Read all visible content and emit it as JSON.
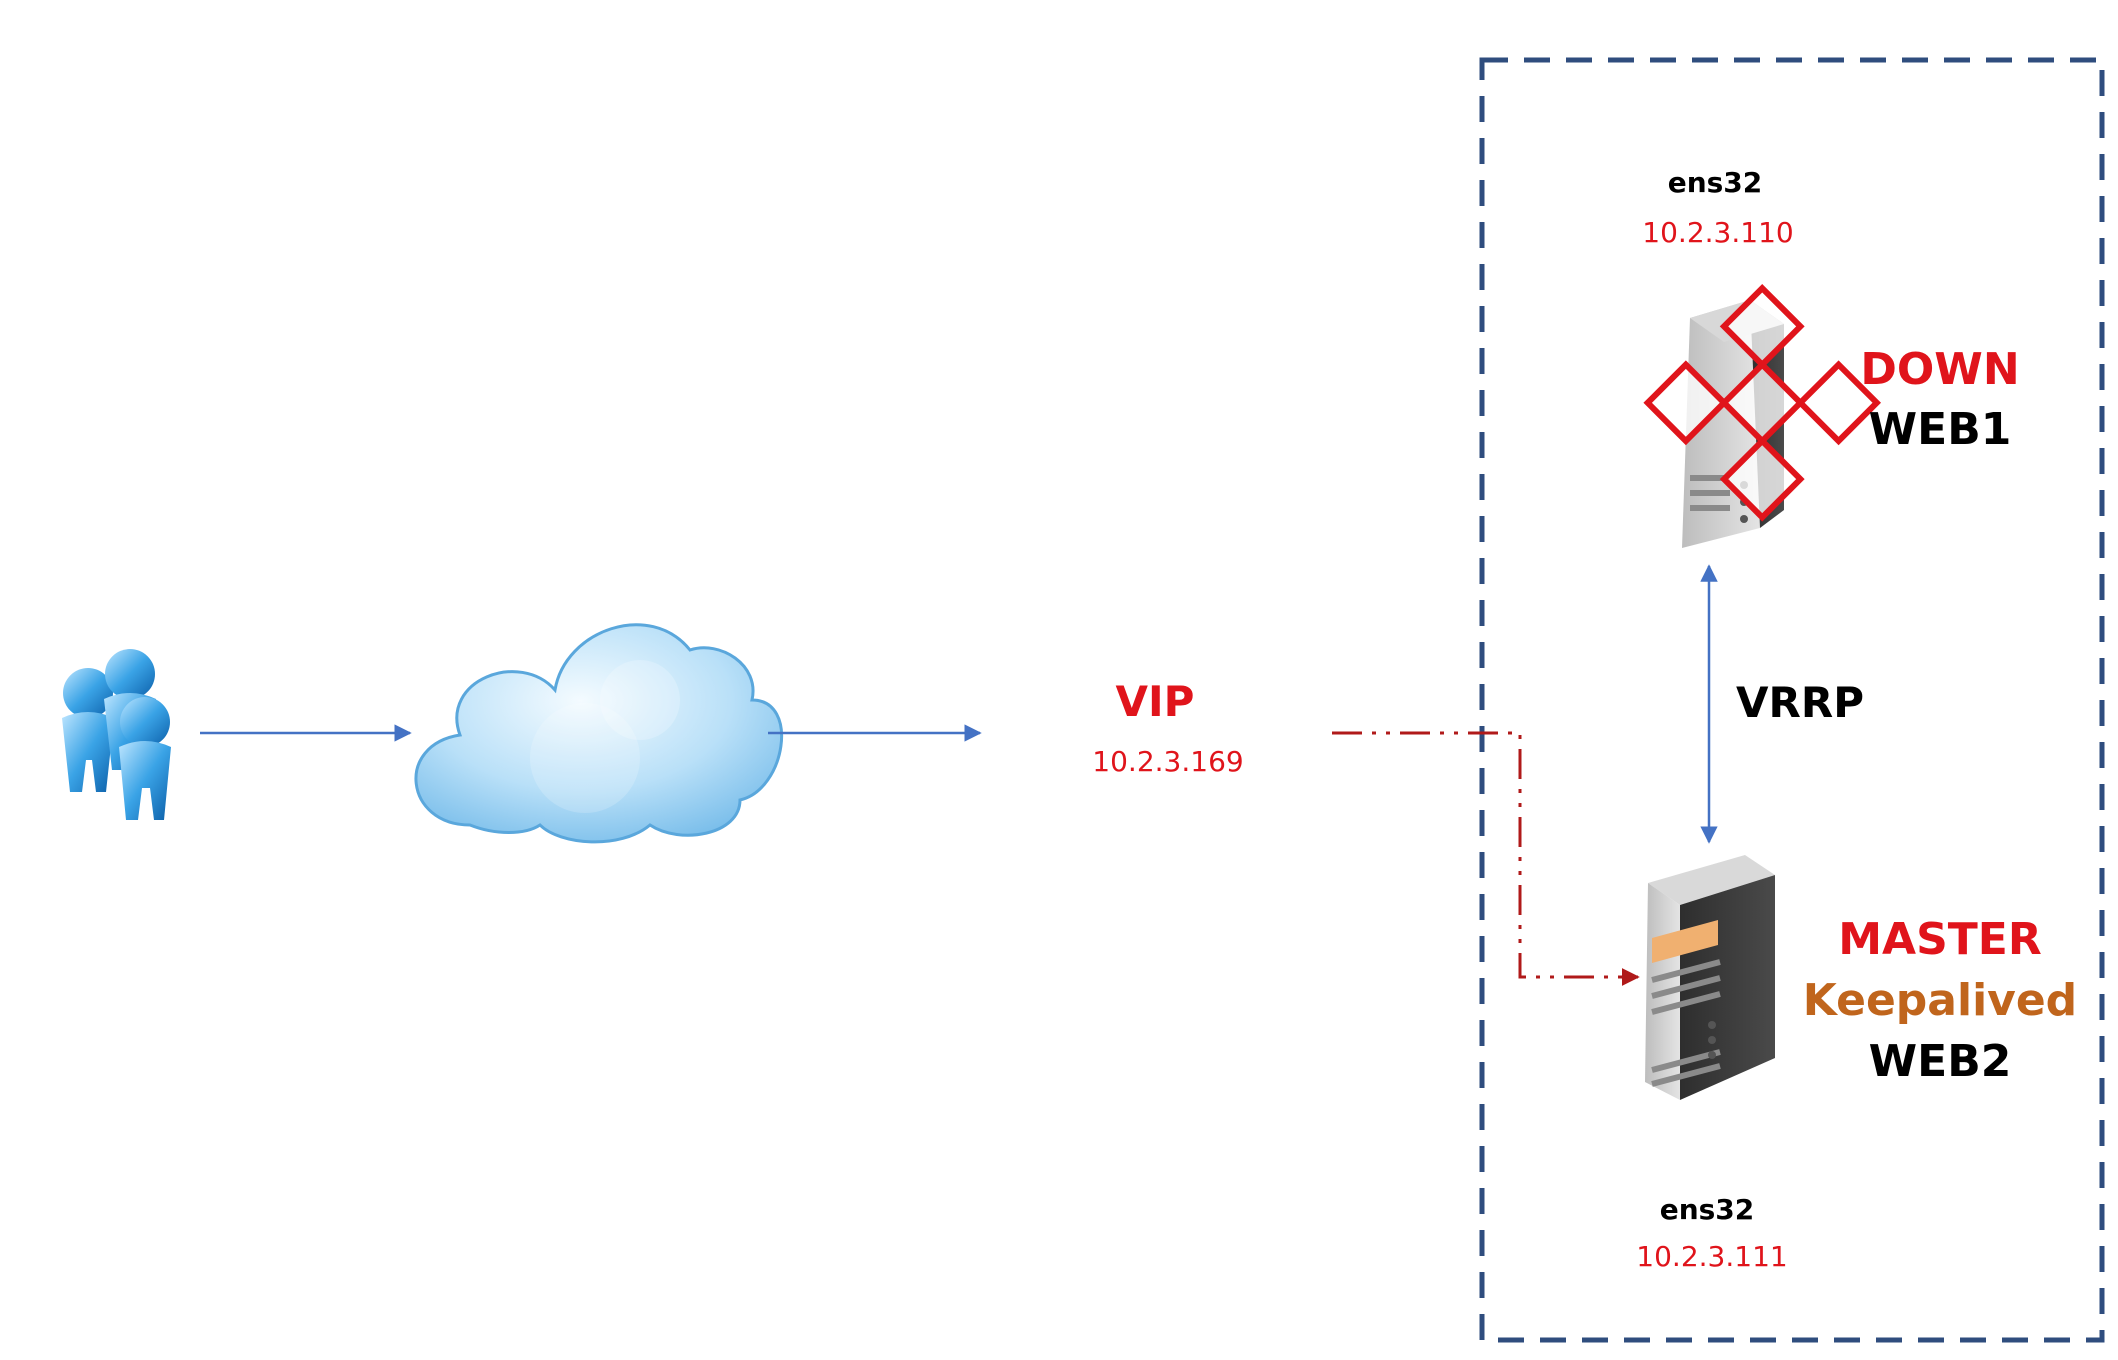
{
  "vip": {
    "label": "VIP",
    "ip": "10.2.3.169"
  },
  "web1": {
    "interface": "ens32",
    "ip": "10.2.3.110",
    "status": "DOWN",
    "name": "WEB1"
  },
  "web2": {
    "interface": "ens32",
    "ip": "10.2.3.111",
    "role": "MASTER",
    "service": "Keepalived",
    "name": "WEB2"
  },
  "link": {
    "protocol": "VRRP"
  },
  "colors": {
    "accent_red": "#e0141b",
    "keepalived_orange": "#c0651c",
    "cluster_border": "#2f4d7e",
    "flow_arrow": "#4472c4",
    "vip_link": "#b01a1a"
  },
  "icons": {
    "users": "users-icon",
    "internet": "cloud-icon",
    "web1_server": "server-icon",
    "web1_status": "failure-x-icon",
    "web2_server": "server-icon"
  }
}
